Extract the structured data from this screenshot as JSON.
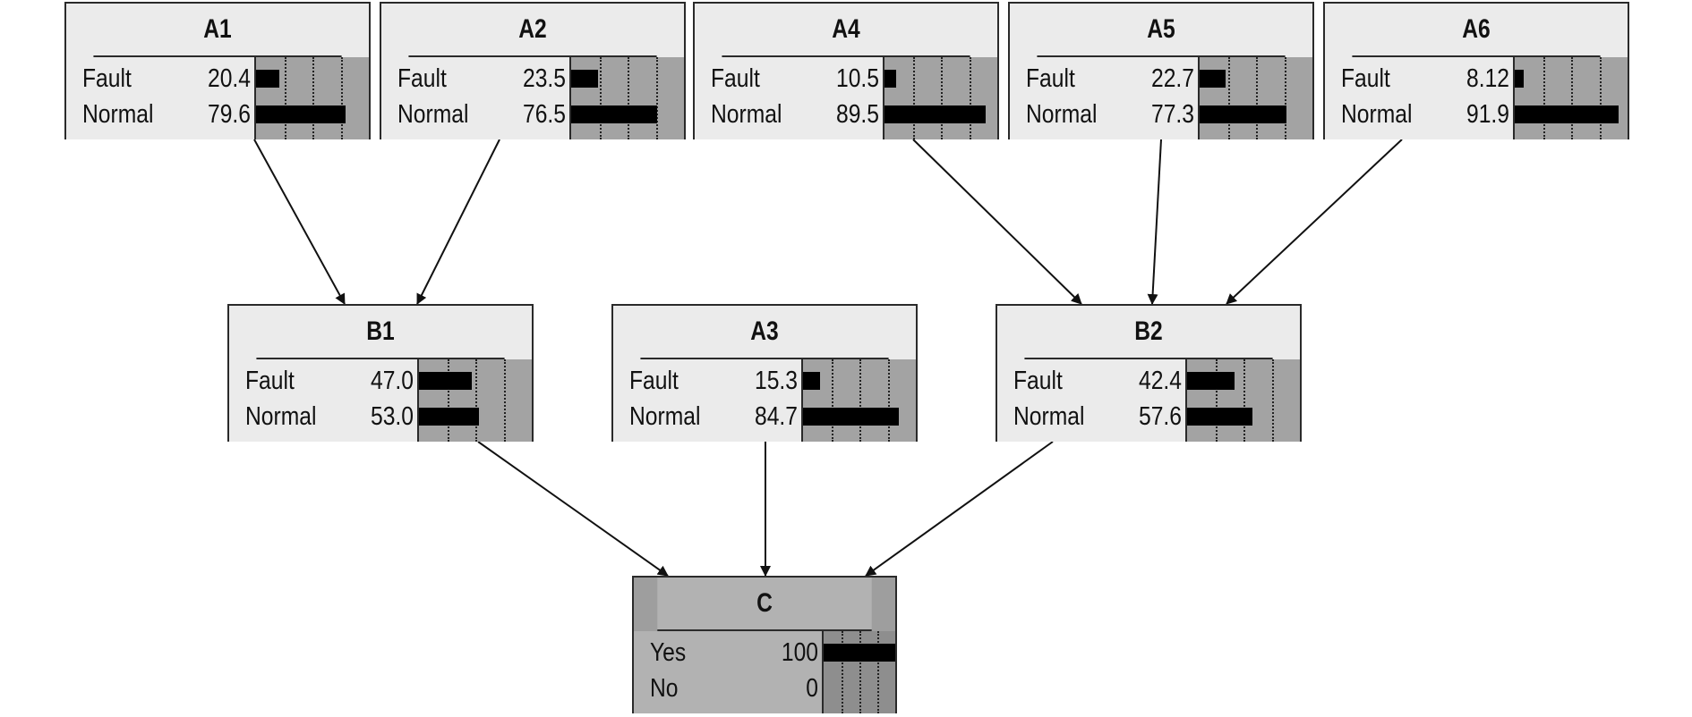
{
  "nodes": [
    {
      "id": "A1",
      "title": "A1",
      "states": [
        {
          "label": "Fault",
          "value": "20.4",
          "pct": 20.4
        },
        {
          "label": "Normal",
          "value": "79.6",
          "pct": 79.6
        }
      ]
    },
    {
      "id": "A2",
      "title": "A2",
      "states": [
        {
          "label": "Fault",
          "value": "23.5",
          "pct": 23.5
        },
        {
          "label": "Normal",
          "value": "76.5",
          "pct": 76.5
        }
      ]
    },
    {
      "id": "A4",
      "title": "A4",
      "states": [
        {
          "label": "Fault",
          "value": "10.5",
          "pct": 10.5
        },
        {
          "label": "Normal",
          "value": "89.5",
          "pct": 89.5
        }
      ]
    },
    {
      "id": "A5",
      "title": "A5",
      "states": [
        {
          "label": "Fault",
          "value": "22.7",
          "pct": 22.7
        },
        {
          "label": "Normal",
          "value": "77.3",
          "pct": 77.3
        }
      ]
    },
    {
      "id": "A6",
      "title": "A6",
      "states": [
        {
          "label": "Fault",
          "value": "8.12",
          "pct": 8.12
        },
        {
          "label": "Normal",
          "value": "91.9",
          "pct": 91.9
        }
      ]
    },
    {
      "id": "B1",
      "title": "B1",
      "states": [
        {
          "label": "Fault",
          "value": "47.0",
          "pct": 47.0
        },
        {
          "label": "Normal",
          "value": "53.0",
          "pct": 53.0
        }
      ]
    },
    {
      "id": "A3",
      "title": "A3",
      "states": [
        {
          "label": "Fault",
          "value": "15.3",
          "pct": 15.3
        },
        {
          "label": "Normal",
          "value": "84.7",
          "pct": 84.7
        }
      ]
    },
    {
      "id": "B2",
      "title": "B2",
      "states": [
        {
          "label": "Fault",
          "value": "42.4",
          "pct": 42.4
        },
        {
          "label": "Normal",
          "value": "57.6",
          "pct": 57.6
        }
      ]
    },
    {
      "id": "C",
      "title": "C",
      "evidence": true,
      "states": [
        {
          "label": "Yes",
          "value": "100",
          "pct": 100
        },
        {
          "label": "No",
          "value": "0",
          "pct": 0
        }
      ]
    }
  ],
  "edges": [
    {
      "from": "A1",
      "to": "B1"
    },
    {
      "from": "A2",
      "to": "B1"
    },
    {
      "from": "A4",
      "to": "B2"
    },
    {
      "from": "A5",
      "to": "B2"
    },
    {
      "from": "A6",
      "to": "B2"
    },
    {
      "from": "B1",
      "to": "C"
    },
    {
      "from": "A3",
      "to": "C"
    },
    {
      "from": "B2",
      "to": "C"
    }
  ],
  "colors": {
    "bar": "#000000",
    "bar_area": "#a3a3a3",
    "header": "#ebebeb",
    "evidence_header": "#b2b2b2"
  }
}
